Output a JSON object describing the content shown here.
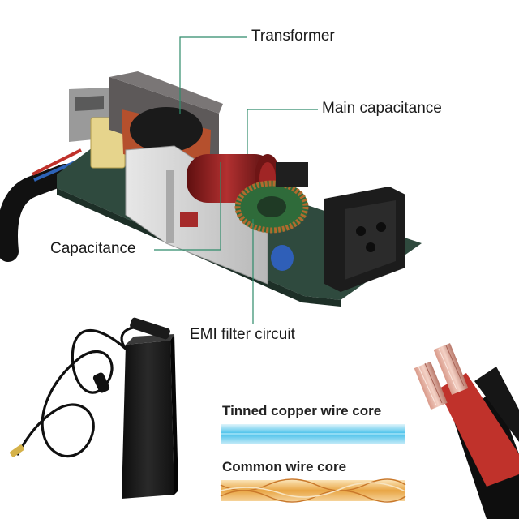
{
  "callouts": {
    "transformer": "Transformer",
    "main_capacitance": "Main capacitance",
    "capacitance": "Capacitance",
    "emi_filter": "EMI filter circuit"
  },
  "wire_comparison": {
    "tinned": "Tinned copper wire core",
    "common": "Common wire core"
  },
  "colors": {
    "callout_line": "#2e8b6a",
    "pcb": "#2f4a3e",
    "heatsink": "#c9c9c9",
    "transformer_coil": "#b5502d",
    "capacitor": "#8c1d1d",
    "tinned_wire": "#45c0ea",
    "common_wire": "#e8a544",
    "cable_red": "#c0322b"
  }
}
